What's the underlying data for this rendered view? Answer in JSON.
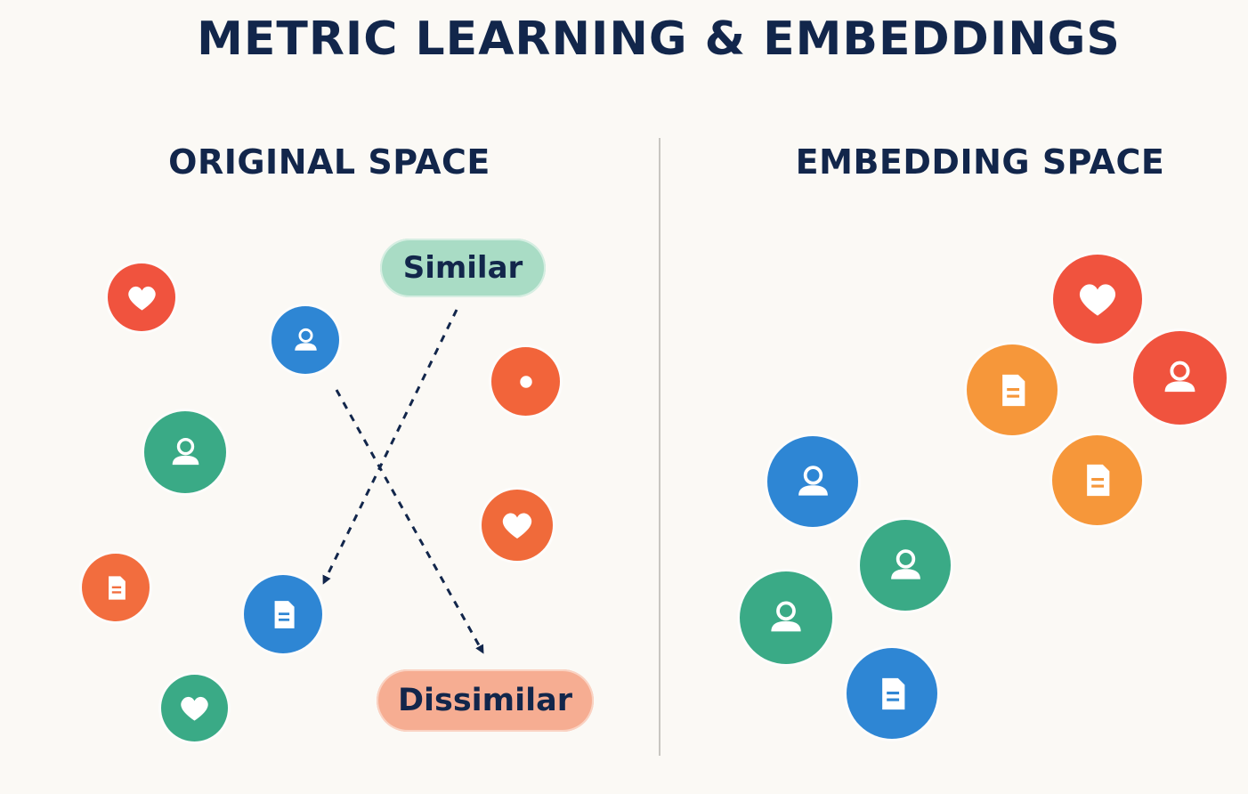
{
  "title": "METRIC LEARNING & EMBEDDINGS",
  "panels": {
    "original": {
      "title": "ORIGINAL SPACE"
    },
    "embedding": {
      "title": "EMBEDDING SPACE"
    }
  },
  "labels": {
    "similar": "Similar",
    "dissimilar": "Dissimilar"
  },
  "colors": {
    "red": "#f0533e",
    "orange_red": "#f06a3a",
    "orange": "#f6973a",
    "blue": "#2e86d4",
    "green": "#3aaa86",
    "navy": "#12264b",
    "divider": "#c8c6c1",
    "similar_bg": "#a9dcc5",
    "dissimilar_bg": "#f6ad92"
  },
  "nodes": {
    "original": [
      {
        "name": "heart-node-red",
        "icon": "heart-icon",
        "color": "#f0533e"
      },
      {
        "name": "person-node-blue",
        "icon": "person-icon",
        "color": "#2e86d4"
      },
      {
        "name": "circle-node-orange",
        "icon": "circle-icon",
        "color": "#f2643a"
      },
      {
        "name": "person-node-green",
        "icon": "person-icon",
        "color": "#3aaa86"
      },
      {
        "name": "heart-node-orange",
        "icon": "heart-icon",
        "color": "#f06a3a"
      },
      {
        "name": "document-node-orange",
        "icon": "document-icon",
        "color": "#f26d3e"
      },
      {
        "name": "document-node-blue",
        "icon": "document-icon",
        "color": "#2e86d4"
      },
      {
        "name": "heart-node-green",
        "icon": "heart-icon",
        "color": "#3aaa86"
      }
    ],
    "embedding": [
      {
        "name": "heart-node-red",
        "icon": "heart-icon",
        "color": "#f0533e"
      },
      {
        "name": "document-node-orange",
        "icon": "document-icon",
        "color": "#f6973a"
      },
      {
        "name": "person-node-red",
        "icon": "person-icon",
        "color": "#f0533e"
      },
      {
        "name": "document-node-orange-2",
        "icon": "document-icon",
        "color": "#f6973a"
      },
      {
        "name": "person-node-blue",
        "icon": "person-icon",
        "color": "#2e86d4"
      },
      {
        "name": "person-node-green",
        "icon": "person-icon",
        "color": "#3aaa86"
      },
      {
        "name": "person-node-green-2",
        "icon": "person-icon",
        "color": "#3aaa86"
      },
      {
        "name": "document-node-blue",
        "icon": "document-icon",
        "color": "#2e86d4"
      }
    ]
  }
}
